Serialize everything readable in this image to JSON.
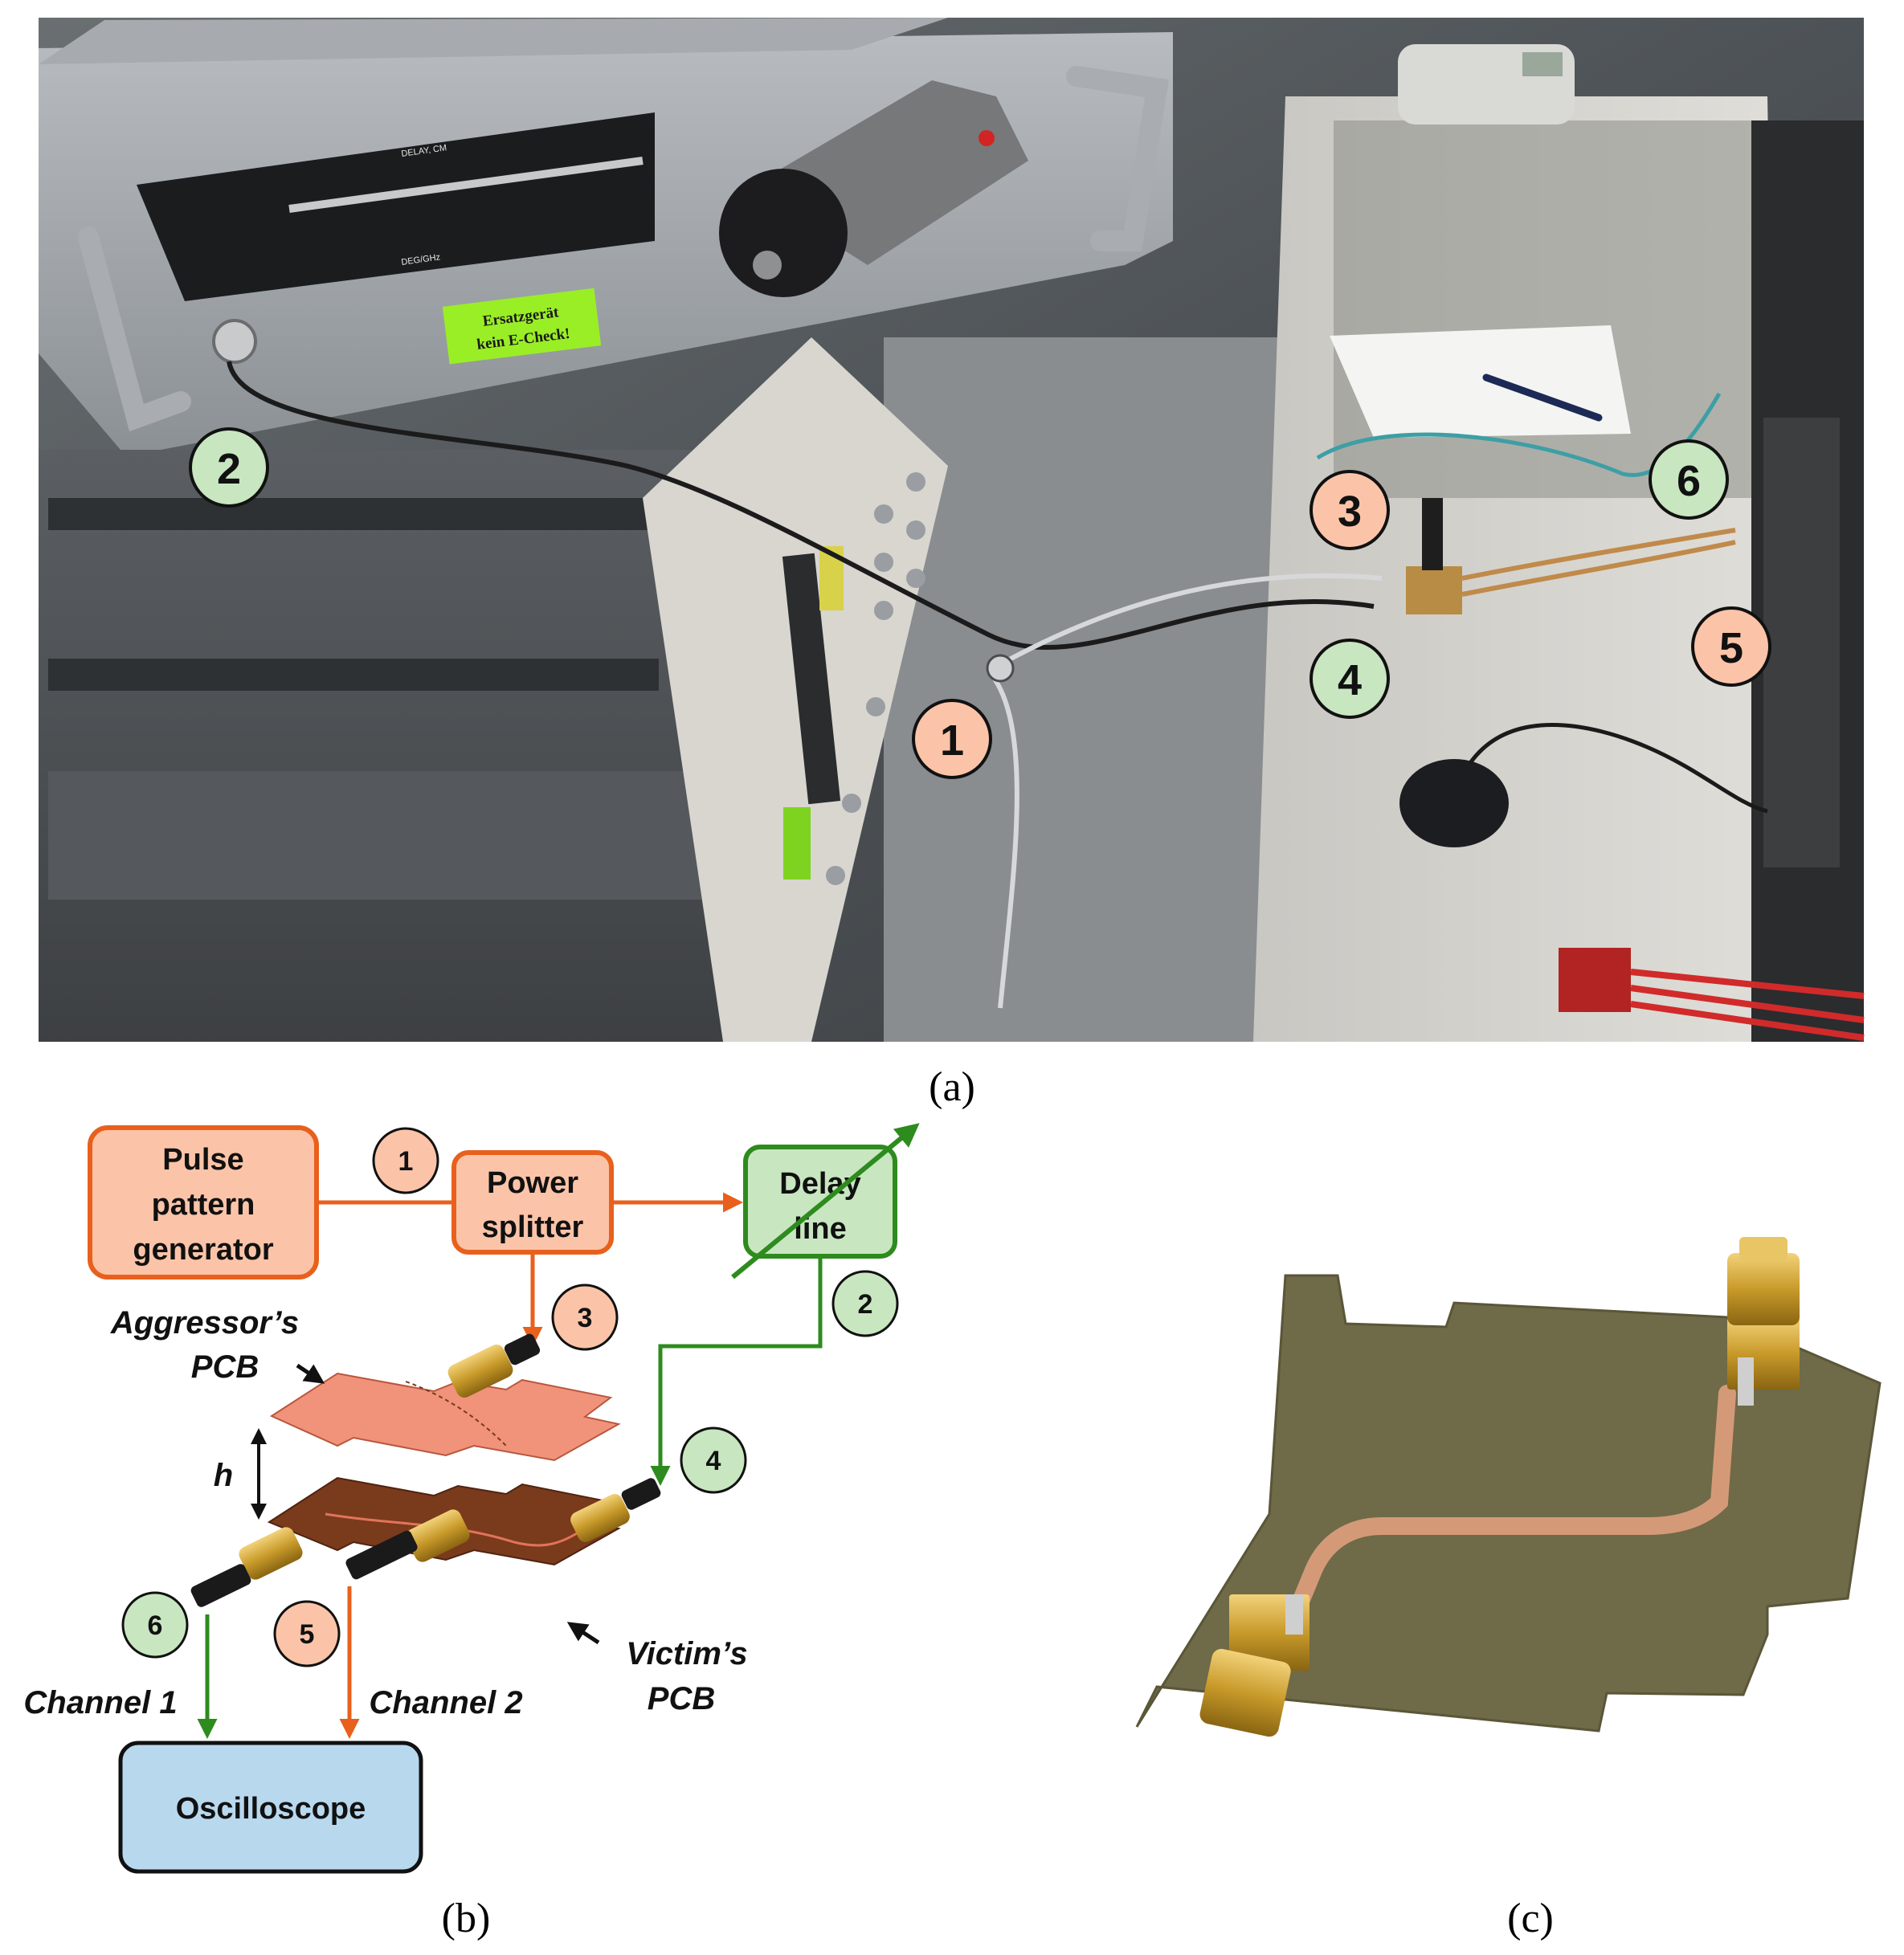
{
  "panels": {
    "a": {
      "caption": "(a)",
      "device_labels": {
        "delay_scale": "DELAY, CM",
        "delay_scale_lower": "DEG/GHz",
        "sticker_line1": "Ersatzgerät",
        "sticker_line2": "kein E-Check!"
      },
      "markers": [
        {
          "id": "1",
          "label": "1",
          "color": "orange"
        },
        {
          "id": "2",
          "label": "2",
          "color": "green"
        },
        {
          "id": "3",
          "label": "3",
          "color": "orange"
        },
        {
          "id": "4",
          "label": "4",
          "color": "green"
        },
        {
          "id": "5",
          "label": "5",
          "color": "orange"
        },
        {
          "id": "6",
          "label": "6",
          "color": "green"
        }
      ]
    },
    "b": {
      "caption": "(b)",
      "blocks": {
        "pulse_generator": [
          "Pulse",
          "pattern",
          "generator"
        ],
        "power_splitter": [
          "Power",
          "splitter"
        ],
        "delay_line": [
          "Delay",
          "line"
        ],
        "oscilloscope": "Oscilloscope"
      },
      "labels": {
        "aggressor_pcb": [
          "Aggressor’s",
          "PCB"
        ],
        "victim_pcb": [
          "Victim’s",
          "PCB"
        ],
        "height": "h",
        "channel1": "Channel 1",
        "channel2": "Channel 2"
      },
      "markers": [
        {
          "id": "1",
          "label": "1",
          "color": "orange"
        },
        {
          "id": "2",
          "label": "2",
          "color": "green"
        },
        {
          "id": "3",
          "label": "3",
          "color": "orange"
        },
        {
          "id": "4",
          "label": "4",
          "color": "green"
        },
        {
          "id": "5",
          "label": "5",
          "color": "orange"
        },
        {
          "id": "6",
          "label": "6",
          "color": "green"
        }
      ]
    },
    "c": {
      "caption": "(c)"
    }
  },
  "colors": {
    "orange_fill": "#fbc4a8",
    "orange_stroke": "#e8601c",
    "green_fill": "#c8e6c0",
    "green_stroke": "#2e8b1e",
    "blue_fill": "#b8d8ee",
    "pcb_aggressor": "#f0937a",
    "pcb_victim": "#7a3a1c",
    "connector_gold": "#c89a2a",
    "substrate": "#6f6a48",
    "copper_trace": "#d49a78"
  }
}
